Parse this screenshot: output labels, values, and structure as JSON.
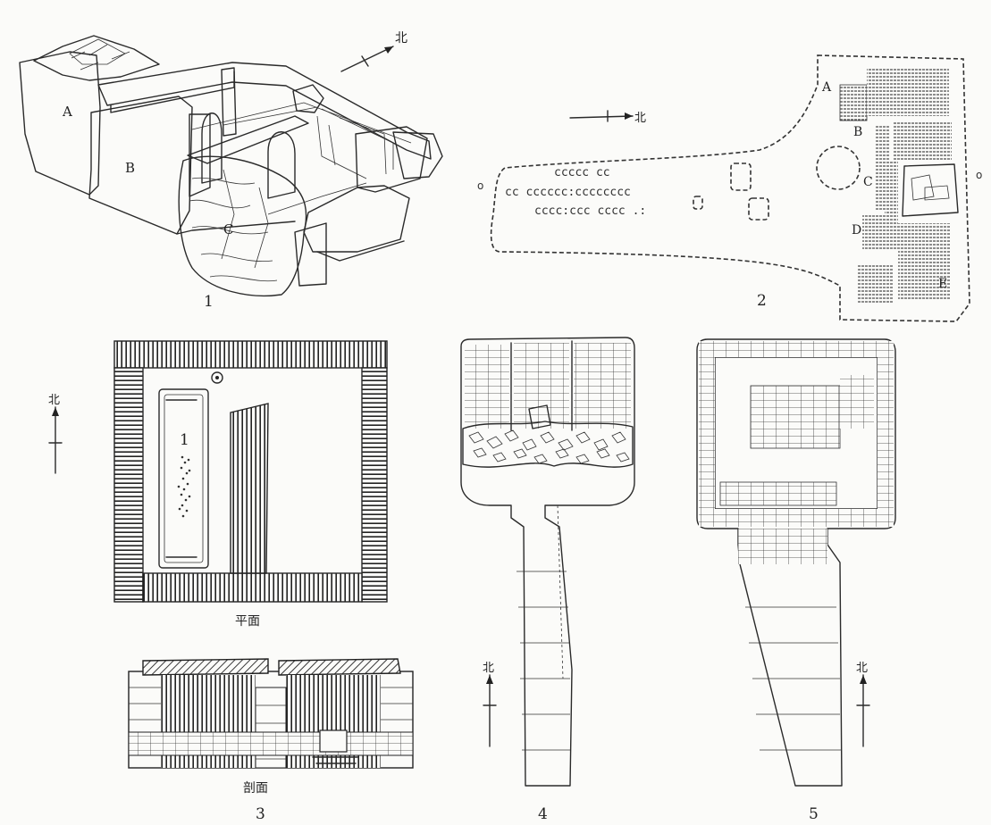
{
  "figures": [
    {
      "id": "1",
      "number": "1",
      "stone_labels": [
        "A",
        "B",
        "C"
      ],
      "north": "北"
    },
    {
      "id": "2",
      "number": "2",
      "chamber_labels": [
        "A",
        "B",
        "C",
        "D",
        "E"
      ],
      "north": "北"
    },
    {
      "id": "3",
      "number": "3",
      "plan_caption": "平面",
      "section_caption": "剖面",
      "burial_number": "1",
      "north": "北"
    },
    {
      "id": "4",
      "number": "4",
      "north": "北"
    },
    {
      "id": "5",
      "number": "5",
      "north": "北"
    }
  ]
}
